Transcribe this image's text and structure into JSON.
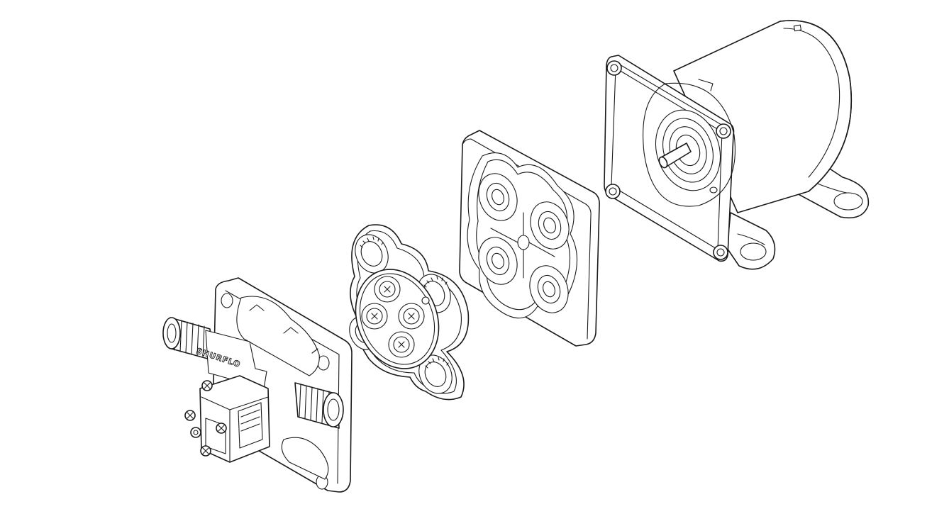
{
  "figure": {
    "brand_text": "SHURFLO",
    "components": [
      {
        "id": "pump-head",
        "kind": "housing"
      },
      {
        "id": "valve-assembly",
        "kind": "valve"
      },
      {
        "id": "diaphragm",
        "kind": "diaphragm"
      },
      {
        "id": "motor",
        "kind": "motor"
      }
    ],
    "colors": {
      "line": "#1a1a1a",
      "background": "#ffffff"
    }
  }
}
